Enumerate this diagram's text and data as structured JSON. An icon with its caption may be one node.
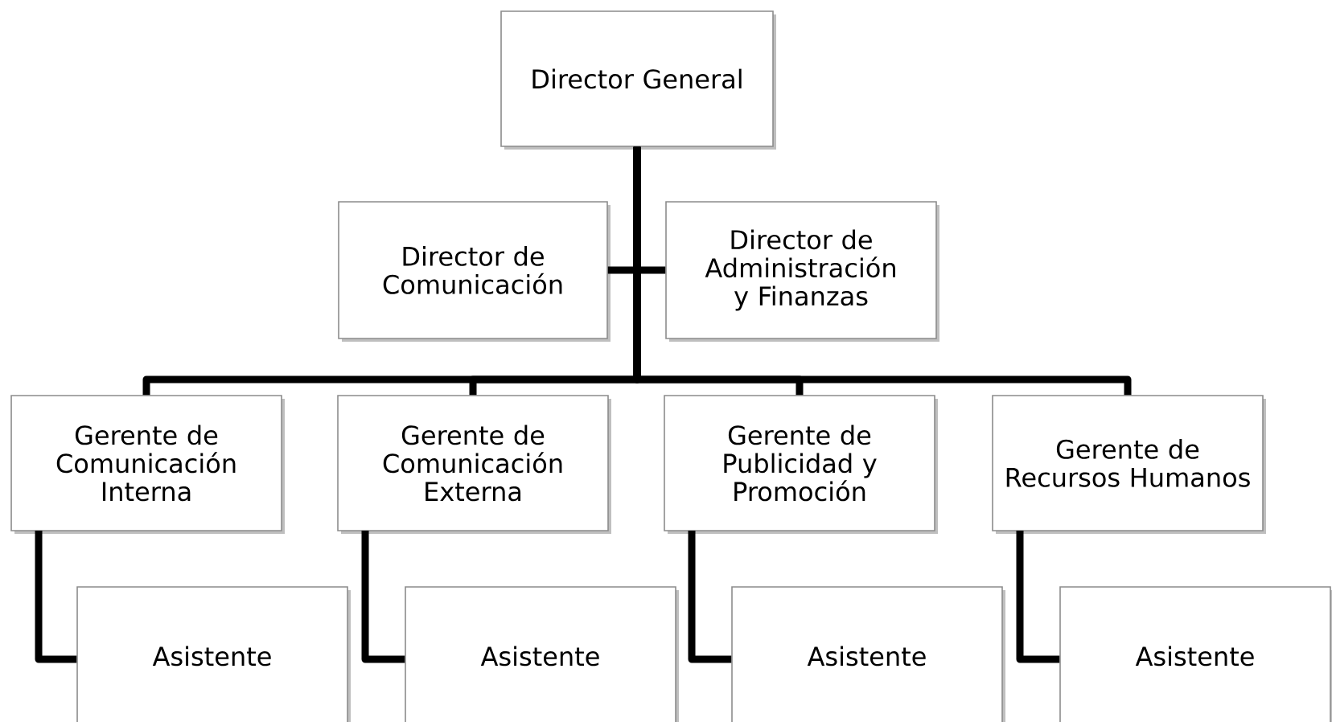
{
  "diagram": {
    "nodes": [
      {
        "text": [
          "Director General"
        ]
      },
      {
        "text": [
          "Director de Comunicación"
        ]
      },
      {
        "text": [
          "Director de Administración y Finanzas"
        ]
      },
      {
        "text": [
          "Gerente de Comunicación Interna"
        ]
      },
      {
        "text": [
          "Gerente de Comunicación Externa"
        ]
      },
      {
        "text": [
          "Gerente de Publicidad y Promoción"
        ]
      },
      {
        "text": [
          "Gerente de Recursos Humanos"
        ]
      },
      {
        "text": [
          "Asistente"
        ]
      },
      {
        "text": [
          "Asistente"
        ]
      },
      {
        "text": [
          "Asistente"
        ]
      },
      {
        "text": [
          "Asistente"
        ]
      }
    ],
    "edges": [
      {
        "from": 0,
        "to": 1,
        "arrow": "none"
      },
      {
        "from": 0,
        "to": 2,
        "arrow": "none"
      },
      {
        "from": 0,
        "to": 3,
        "arrow": "none"
      },
      {
        "from": 0,
        "to": 4,
        "arrow": "none"
      },
      {
        "from": 0,
        "to": 5,
        "arrow": "none"
      },
      {
        "from": 0,
        "to": 6,
        "arrow": "none"
      },
      {
        "from": 3,
        "to": 7,
        "arrow": "none"
      },
      {
        "from": 4,
        "to": 8,
        "arrow": "none"
      },
      {
        "from": 5,
        "to": 9,
        "arrow": "none"
      },
      {
        "from": 6,
        "to": 10,
        "arrow": "none"
      }
    ]
  }
}
